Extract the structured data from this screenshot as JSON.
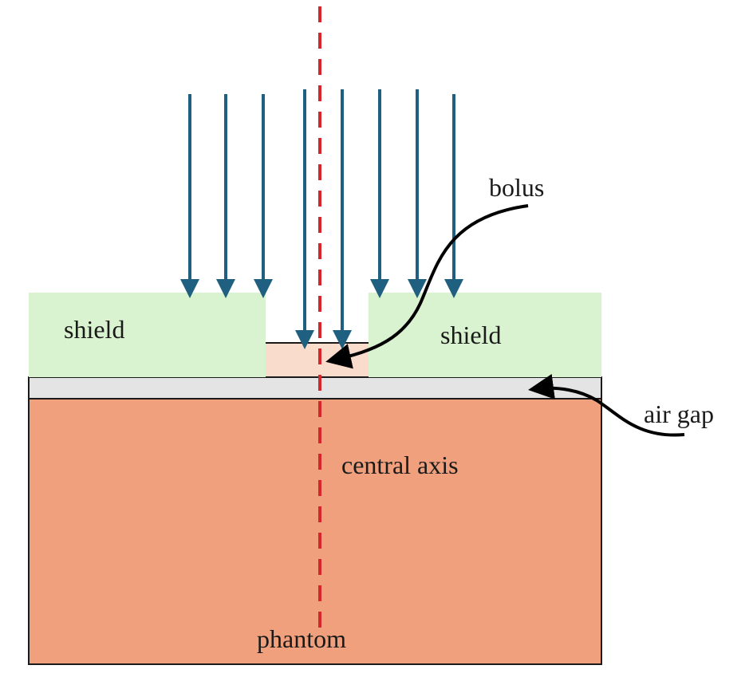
{
  "labels": {
    "shield_left": "shield",
    "shield_right": "shield",
    "bolus": "bolus",
    "air_gap": "air gap",
    "central_axis": "central axis",
    "phantom": "phantom"
  },
  "colors": {
    "beam": "#1f5f7f",
    "shield_fill": "#d9f2cf",
    "bolus_fill": "#f9dccb",
    "air_gap_fill": "#e4e4e4",
    "phantom_fill": "#f0a07c",
    "central_axis": "#d7262b",
    "outline": "#1a1a1a",
    "pointer": "#000000"
  },
  "beam": {
    "arrow_count": 8,
    "direction": "down"
  }
}
